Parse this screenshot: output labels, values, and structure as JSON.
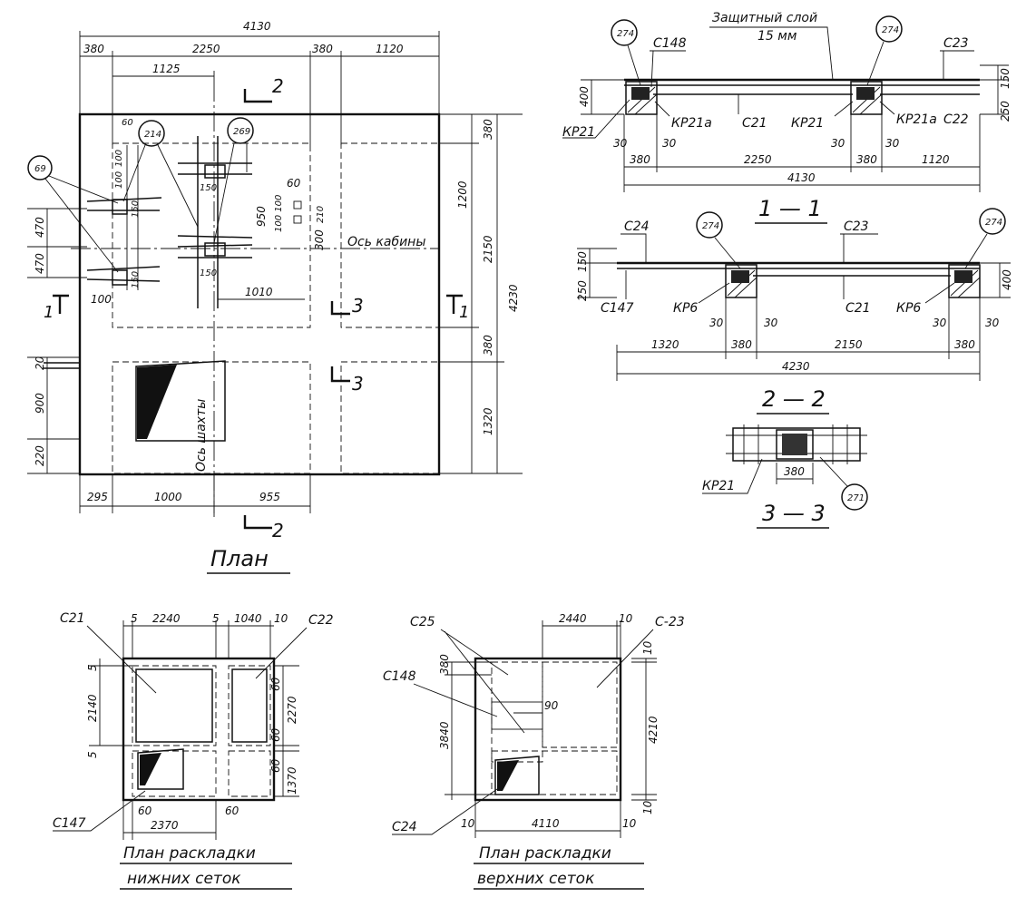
{
  "plan": {
    "title": "План",
    "dims": {
      "total_top": "4130",
      "seg1": "380",
      "seg2": "2250",
      "seg3": "380",
      "seg4": "1120",
      "inner_1125": "1125",
      "right_380_top": "380",
      "right_1200": "1200",
      "right_2150": "2150",
      "right_4230": "4230",
      "right_380_mid": "380",
      "right_1320": "1320",
      "left_470a": "470",
      "left_470b": "470",
      "left_20": "20",
      "left_900": "900",
      "left_220": "220",
      "bottom_295": "295",
      "bottom_1000": "1000",
      "bottom_955": "955",
      "d_60a": "60",
      "d_100a": "100",
      "d_100b": "100",
      "d_150a": "150",
      "d_150b": "150",
      "d_150c": "150",
      "d_150d": "150",
      "d_100c": "100",
      "d_950": "950",
      "d_100_100": "100 100",
      "d_60b": "60",
      "d_300": "300",
      "d_210": "210",
      "d_1010": "1010"
    },
    "axis_cabin": "Ось кабины",
    "axis_shaft": "Ось шахты",
    "circles": {
      "c214": "214",
      "c269": "269",
      "c69": "69"
    },
    "section_marks": {
      "s2": "2",
      "s1": "1",
      "s3": "3"
    }
  },
  "section_1_1": {
    "title": "1 — 1",
    "protective_layer_1": "Защитный слой",
    "protective_layer_2": "15 мм",
    "labels": {
      "c148": "С148",
      "c23": "С23",
      "c21": "С21",
      "c22": "С22",
      "kr21": "КР21",
      "kr21a": "КР21а"
    },
    "circles": {
      "c274a": "274",
      "c274b": "274"
    },
    "dims": {
      "d400": "400",
      "d150": "150",
      "d250": "250",
      "d30a": "30",
      "d30b": "30",
      "d30c": "30",
      "d30d": "30",
      "d380a": "380",
      "d2250": "2250",
      "d380b": "380",
      "d1120": "1120",
      "d4130": "4130"
    }
  },
  "section_2_2": {
    "title": "2 — 2",
    "labels": {
      "c24": "С24",
      "c23": "С23",
      "c147": "С147",
      "c21": "С21",
      "kr6a": "КР6",
      "kr6b": "КР6"
    },
    "circles": {
      "c274a": "274",
      "c274b": "274"
    },
    "dims": {
      "d150": "150",
      "d250": "250",
      "d400": "400",
      "d30a": "30",
      "d30b": "30",
      "d30c": "30",
      "d30d": "30",
      "d1320": "1320",
      "d380a": "380",
      "d2150": "2150",
      "d380b": "380",
      "d4230": "4230"
    }
  },
  "section_3_3": {
    "title": "3 — 3",
    "kr21": "КР21",
    "d380": "380",
    "circle": "271"
  },
  "lower_nets": {
    "title_1": "План раскладки",
    "title_2": "нижних сеток",
    "labels": {
      "c21": "С21",
      "c22": "С22",
      "c147": "С147"
    },
    "dims": {
      "d5a": "5",
      "d2240": "2240",
      "d5b": "5",
      "d1040": "1040",
      "d10": "10",
      "d5c": "5",
      "d2140": "2140",
      "d5d": "5",
      "d60a": "60",
      "d2270": "2270",
      "d60b": "60",
      "d60c": "60",
      "d1370": "1370",
      "d60d": "60",
      "d2370": "2370",
      "d60e": "60"
    }
  },
  "upper_nets": {
    "title_1": "План раскладки",
    "title_2": "верхних сеток",
    "labels": {
      "c25": "С25",
      "c23": "С-23",
      "c148": "С148",
      "c24": "С24"
    },
    "dims": {
      "d2440": "2440",
      "d10a": "10",
      "d10b": "10",
      "d380": "380",
      "d3840": "3840",
      "d90": "90",
      "d4210": "4210",
      "d10c": "10",
      "d4110": "4110",
      "d10d": "10"
    }
  }
}
